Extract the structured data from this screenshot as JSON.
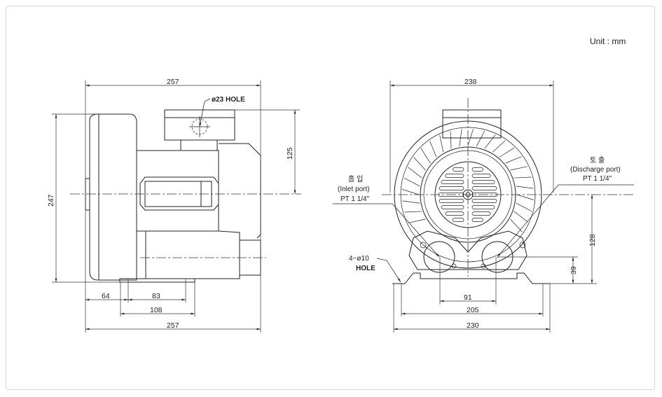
{
  "unit_label": "Unit : mm",
  "side_view": {
    "hole_label": "ø23 HOLE",
    "dims": {
      "top_width": "257",
      "height": "247",
      "terminal_height": "125",
      "offset": "64",
      "hole_pitch": "83",
      "base_length": "108",
      "bottom_width": "257"
    }
  },
  "front_view": {
    "dims": {
      "width": "238",
      "hole_pitch": "205",
      "base_width": "230",
      "port_pitch": "91",
      "center_height": "128",
      "port_height": "39"
    },
    "inlet": {
      "korean": "흡 입",
      "english": "(Inlet port)",
      "size": "PT 1 1/4\""
    },
    "discharge": {
      "korean": "토 출",
      "english": "(Discharge port)",
      "size": "PT 1 1/4\""
    },
    "mount_holes": {
      "spec": "4−ø10",
      "label": "HOLE"
    }
  }
}
